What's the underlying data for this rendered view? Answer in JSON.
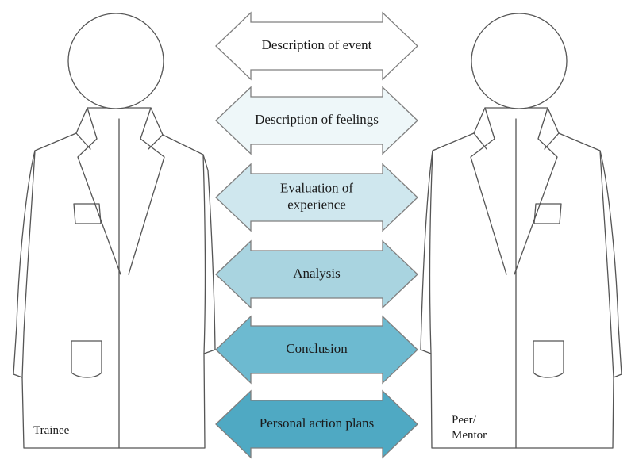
{
  "left_person": {
    "label_lines": [
      "Trainee"
    ]
  },
  "right_person": {
    "label_lines": [
      "Peer/",
      "Mentor"
    ]
  },
  "arrows": [
    {
      "lines": [
        "Description of event"
      ],
      "fill": "#ffffff"
    },
    {
      "lines": [
        "Description of feelings"
      ],
      "fill": "#eef7f9"
    },
    {
      "lines": [
        "Evaluation of",
        "experience"
      ],
      "fill": "#cfe7ee"
    },
    {
      "lines": [
        "Analysis"
      ],
      "fill": "#a9d4e0"
    },
    {
      "lines": [
        "Conclusion"
      ],
      "fill": "#6dbad0"
    },
    {
      "lines": [
        "Personal action plans"
      ],
      "fill": "#4fa9c3"
    }
  ]
}
